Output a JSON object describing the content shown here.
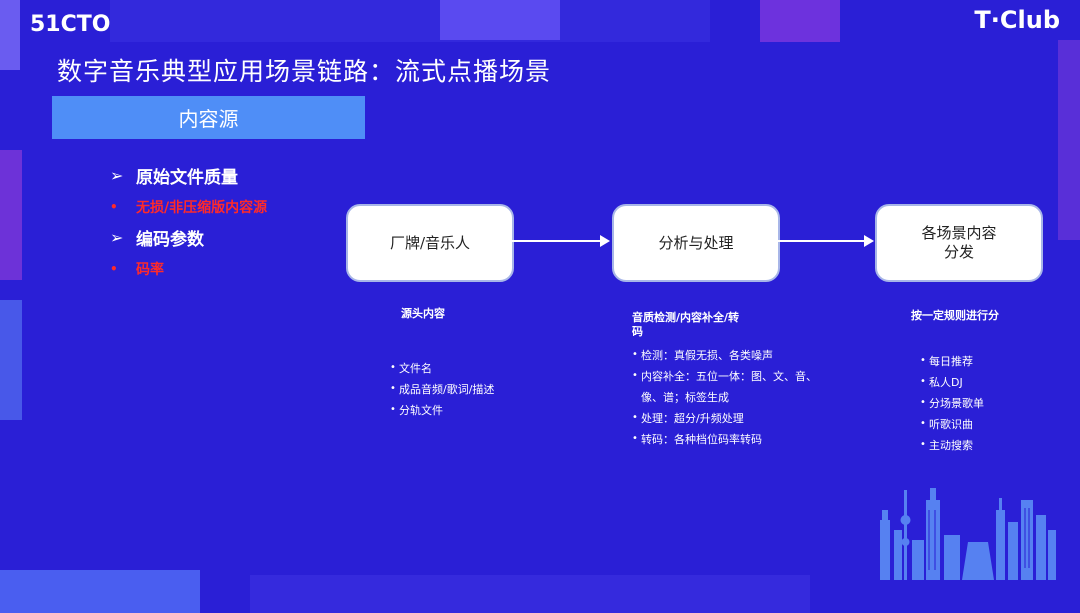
{
  "brand": {
    "left_logo": "51CTO",
    "right_logo": "T·Club"
  },
  "title": "数字音乐典型应用场景链路：流式点播场景",
  "section": "内容源",
  "bullets": [
    {
      "mark": "➢",
      "text": "原始文件质量",
      "style": "main"
    },
    {
      "mark": "•",
      "text": "无损/非压缩版内容源",
      "style": "red"
    },
    {
      "mark": "➢",
      "text": "编码参数",
      "style": "main"
    },
    {
      "mark": "•",
      "text": "码率",
      "style": "red"
    }
  ],
  "flow": {
    "box1": "厂牌/音乐人",
    "box2": "分析与处理",
    "box3_line1": "各场景内容",
    "box3_line2": "分发"
  },
  "columns": {
    "source": {
      "title": "源头内容",
      "items": [
        "文件名",
        "成品音频/歌词/描述",
        "分轨文件"
      ]
    },
    "process": {
      "title_line1": "音质检测/内容补全/转",
      "title_line2": "码",
      "items": [
        "检测：真假无损、各类噪声",
        "内容补全：五位一体：图、文、音、",
        "像、谱；标签生成",
        "处理：超分/升频处理",
        "转码：各种档位码率转码"
      ]
    },
    "distribute": {
      "title": "按一定规则进行分",
      "items": [
        "每日推荐",
        "私人DJ",
        "分场景歌单",
        "听歌识曲",
        "主动搜索"
      ]
    }
  },
  "colors": {
    "background": "#2a1fd6",
    "section_bar": "#4f8ef7",
    "highlight_red": "#ff2a2a"
  }
}
